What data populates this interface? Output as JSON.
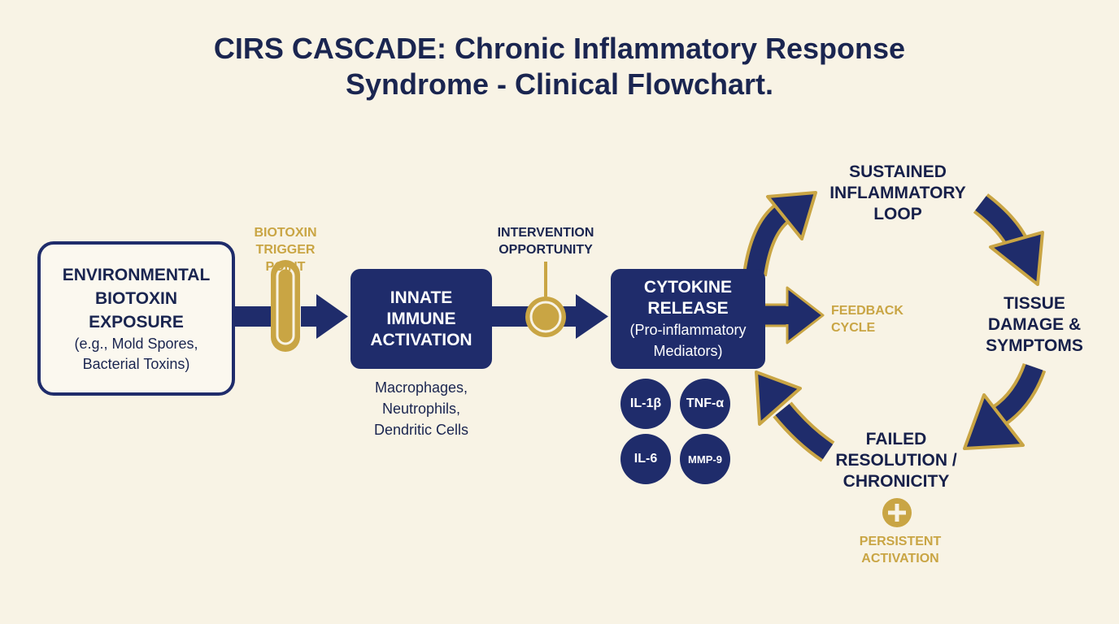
{
  "title": {
    "line1": "CIRS CASCADE: Chronic Inflammatory Response",
    "line2": "Syndrome - Clinical Flowchart."
  },
  "nodes": {
    "environmental_exposure": {
      "lines": [
        "ENVIRONMENTAL",
        "BIOTOXIN",
        "EXPOSURE"
      ],
      "sub": [
        "(e.g., Mold Spores,",
        "Bacterial Toxins)"
      ]
    },
    "innate_activation": {
      "lines": [
        "INNATE",
        "IMMUNE",
        "ACTIVATION"
      ],
      "cells": [
        "Macrophages,",
        "Neutrophils,",
        "Dendritic Cells"
      ]
    },
    "cytokine_release": {
      "lines": [
        "CYTOKINE",
        "RELEASE"
      ],
      "sub": [
        "(Pro-inflammatory",
        "Mediators)"
      ],
      "cytokines": [
        "IL-1β",
        "TNF-α",
        "IL-6",
        "MMP-9"
      ]
    },
    "sustained_loop": {
      "lines": [
        "SUSTAINED",
        "INFLAMMATORY",
        "LOOP"
      ]
    },
    "tissue_damage": {
      "lines": [
        "TISSUE",
        "DAMAGE &",
        "SYMPTOMS"
      ]
    },
    "failed_resolution": {
      "lines": [
        "FAILED",
        "RESOLUTION /",
        "CHRONICITY"
      ]
    }
  },
  "labels": {
    "trigger_point": [
      "BIOTOXIN",
      "TRIGGER",
      "POINT"
    ],
    "intervention": [
      "INTERVENTION",
      "OPPORTUNITY"
    ],
    "feedback": [
      "FEEDBACK",
      "CYCLE"
    ],
    "persistent": [
      "PERSISTENT",
      "ACTIVATION"
    ]
  },
  "colors": {
    "navy": "#1f2c6b",
    "gold": "#c9a544",
    "background": "#f8f3e5"
  }
}
